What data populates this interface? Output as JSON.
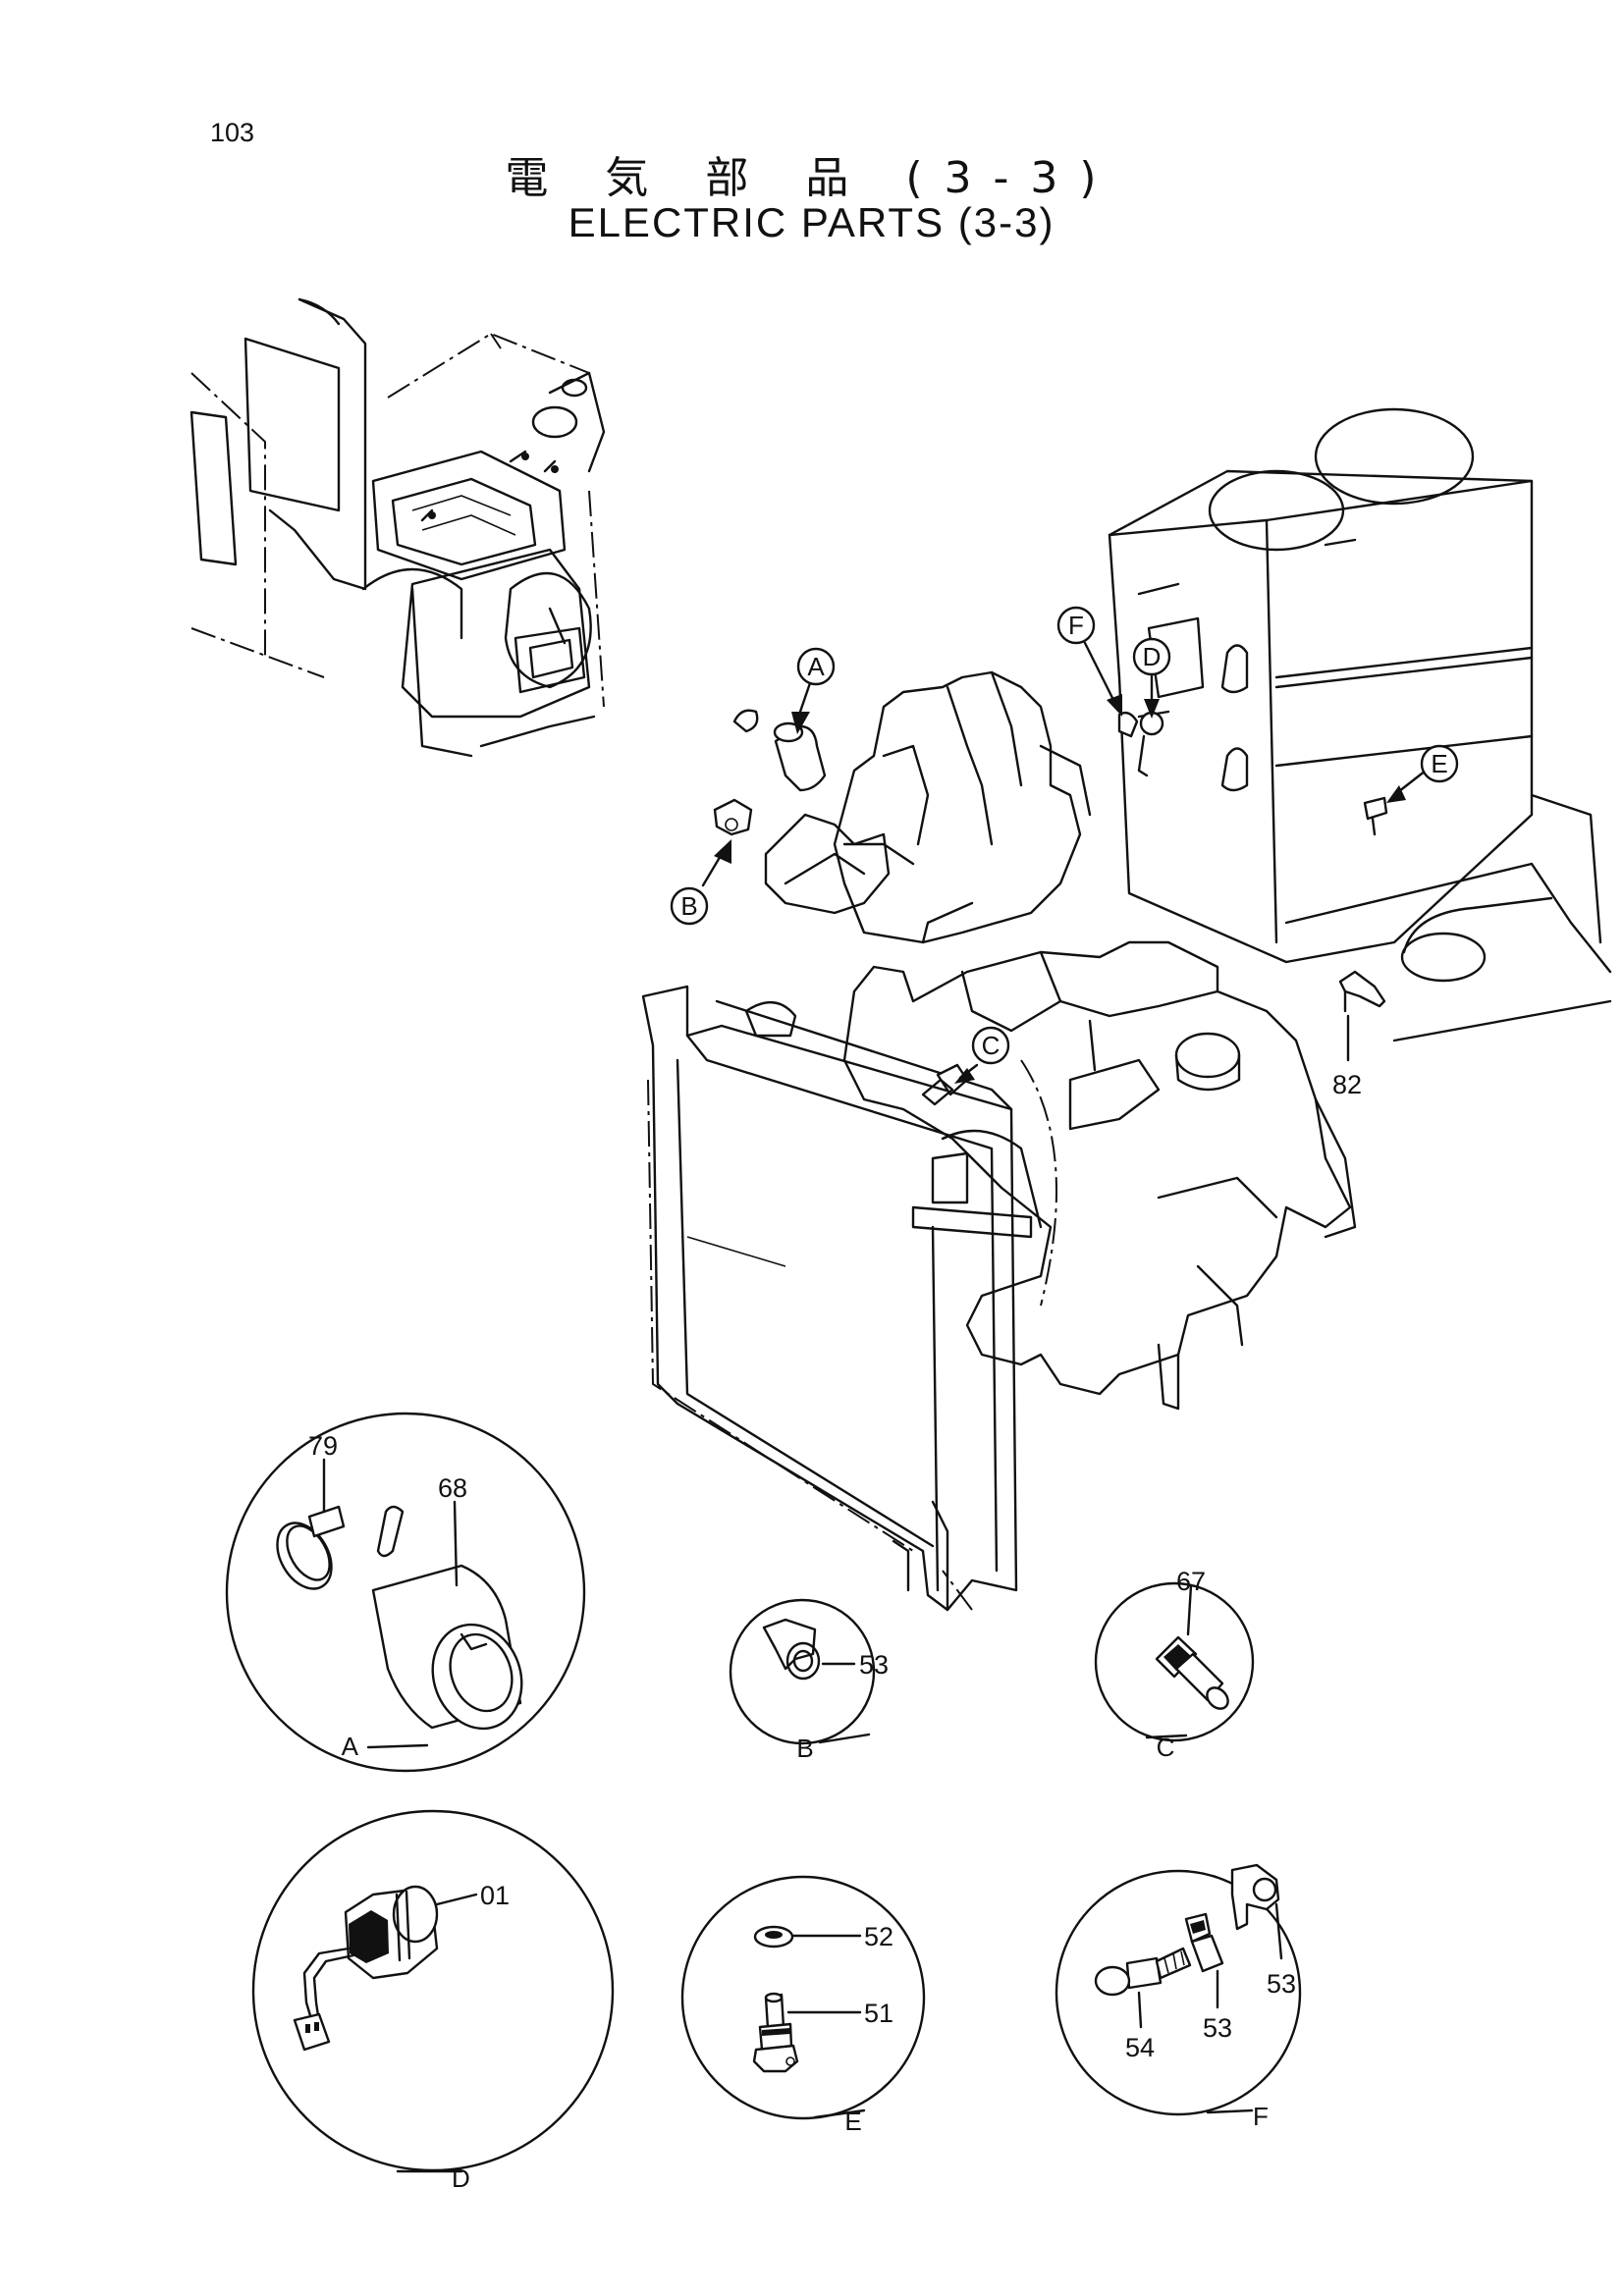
{
  "page_number": "103",
  "title": {
    "japanese": "電 気 部 品 (3-3)",
    "english": "ELECTRIC PARTS (3-3)"
  },
  "callouts": [
    {
      "letter": "A"
    },
    {
      "letter": "B"
    },
    {
      "letter": "C"
    },
    {
      "letter": "D"
    },
    {
      "letter": "E"
    },
    {
      "letter": "F"
    }
  ],
  "main_part_numbers": {
    "bracket": "82"
  },
  "details": {
    "A": {
      "letter": "A",
      "parts": [
        "79",
        "68"
      ]
    },
    "B": {
      "letter": "B",
      "parts": [
        "53"
      ]
    },
    "C": {
      "letter": "C",
      "parts": [
        "67"
      ]
    },
    "D": {
      "letter": "D",
      "parts": [
        "01"
      ]
    },
    "E": {
      "letter": "E",
      "parts": [
        "52",
        "51"
      ]
    },
    "F": {
      "letter": "F",
      "parts": [
        "53",
        "53",
        "54"
      ]
    }
  }
}
